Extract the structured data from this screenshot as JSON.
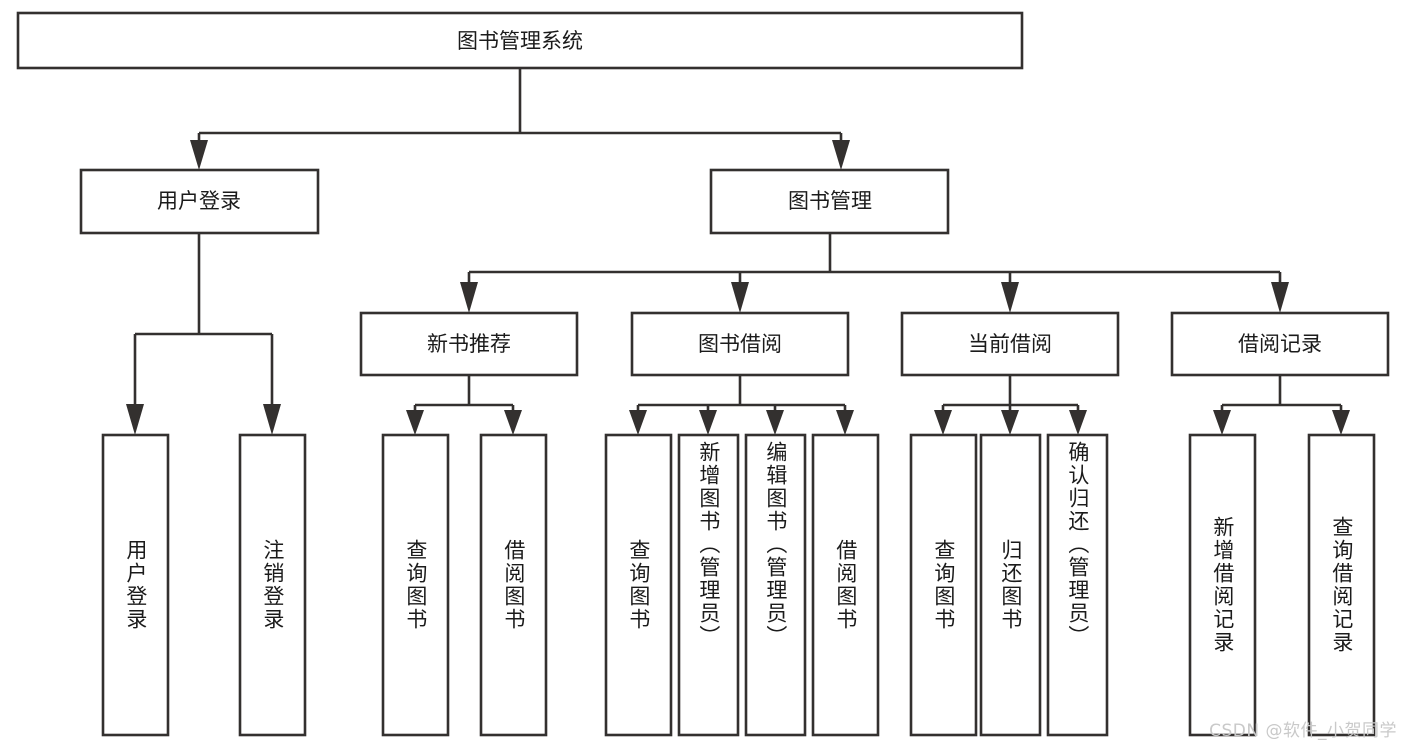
{
  "diagram": {
    "title": "图书管理系统",
    "type": "tree-hierarchy",
    "watermark": "CSDN @软件_小贺同学",
    "colors": {
      "box_stroke": "#33302f",
      "box_fill": "#ffffff",
      "text": "#1b1b1b",
      "background": "#ffffff",
      "watermark": "#c9c9c9"
    },
    "root": {
      "label": "图书管理系统"
    },
    "level2": [
      {
        "label": "用户登录"
      },
      {
        "label": "图书管理"
      }
    ],
    "level3": [
      {
        "label": "新书推荐"
      },
      {
        "label": "图书借阅"
      },
      {
        "label": "当前借阅"
      },
      {
        "label": "借阅记录"
      }
    ],
    "leaves": {
      "user_login": [
        {
          "label": "用户登录"
        },
        {
          "label": "注销登录"
        }
      ],
      "new_book_recommend": [
        {
          "label": "查询图书"
        },
        {
          "label": "借阅图书"
        }
      ],
      "book_borrow": [
        {
          "label": "查询图书"
        },
        {
          "label": "新增图书（管理员）"
        },
        {
          "label": "编辑图书（管理员）"
        },
        {
          "label": "借阅图书"
        }
      ],
      "current_borrow": [
        {
          "label": "查询图书"
        },
        {
          "label": "归还图书"
        },
        {
          "label": "确认归还（管理员）"
        }
      ],
      "borrow_record": [
        {
          "label": "新增借阅记录"
        },
        {
          "label": "查询借阅记录"
        }
      ]
    }
  }
}
